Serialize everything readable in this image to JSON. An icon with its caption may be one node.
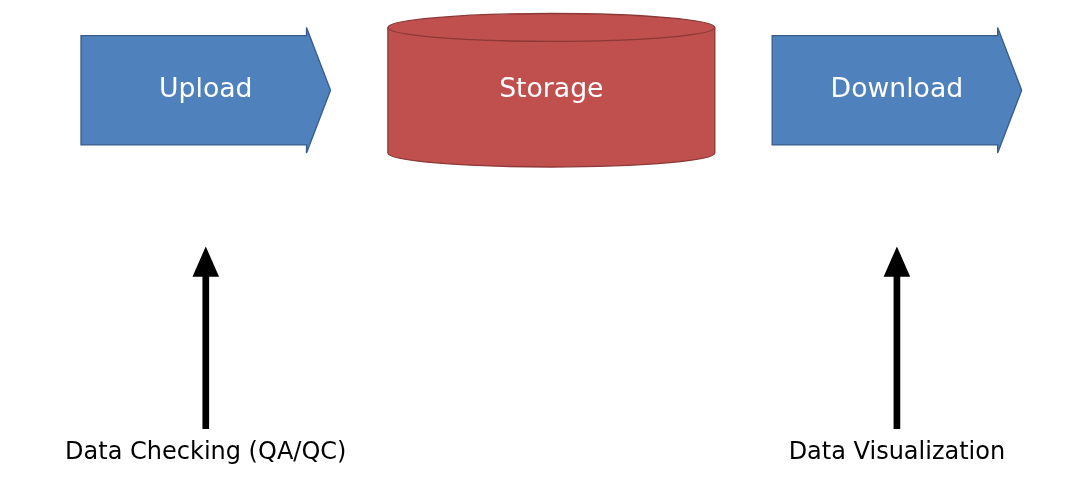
{
  "diagram": {
    "nodes": [
      {
        "text": [
          "Upload"
        ]
      },
      {
        "text": [
          "Storage"
        ]
      },
      {
        "text": [
          "Download"
        ]
      },
      {
        "text": [
          "Data Checking (QA/QC)"
        ]
      },
      {
        "text": [
          "Data Visualization"
        ]
      }
    ],
    "edges": [
      {
        "from": 3,
        "to": null,
        "arrow": "to"
      },
      {
        "from": 4,
        "to": null,
        "arrow": "to"
      }
    ]
  }
}
